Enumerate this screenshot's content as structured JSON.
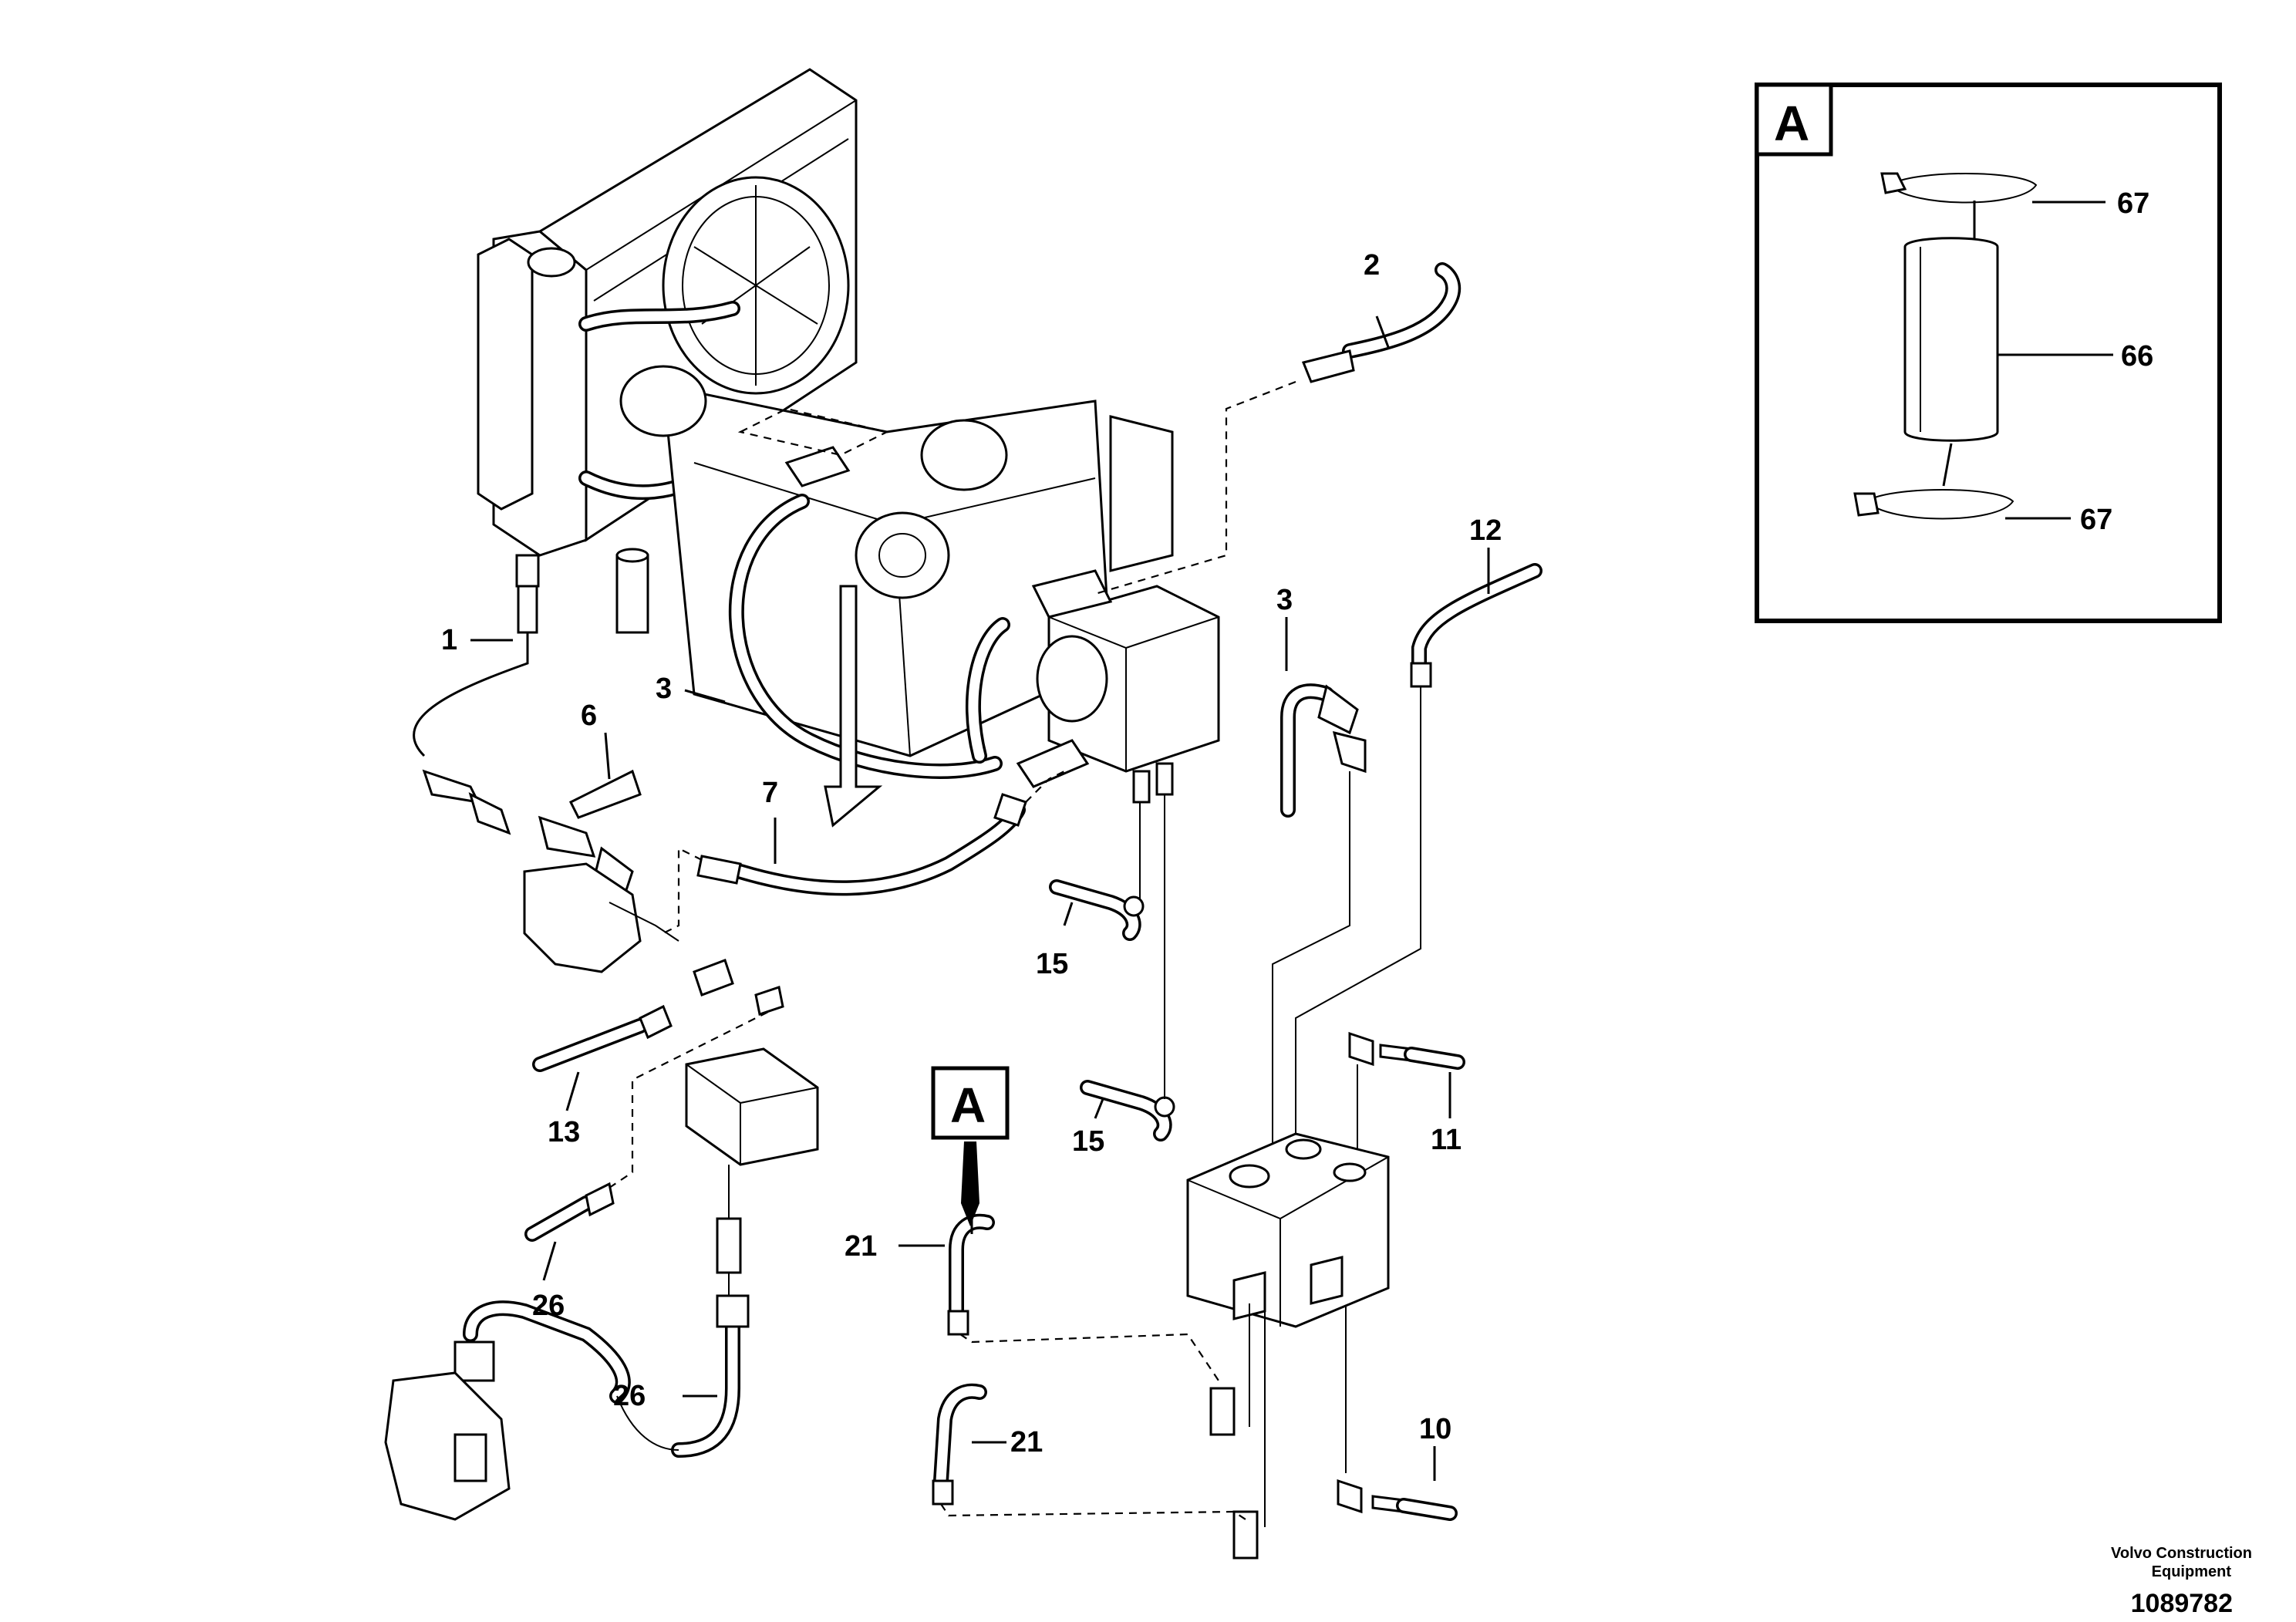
{
  "detail_box": {
    "letter": "A",
    "callouts": [
      {
        "id": "67",
        "label": "67"
      },
      {
        "id": "66",
        "label": "66"
      },
      {
        "id": "67b",
        "label": "67"
      }
    ]
  },
  "detail_marker": {
    "letter": "A"
  },
  "callouts": {
    "c1": "1",
    "c2": "2",
    "c3a": "3",
    "c3b": "3",
    "c6": "6",
    "c7": "7",
    "c10": "10",
    "c11": "11",
    "c12": "12",
    "c13": "13",
    "c15a": "15",
    "c15b": "15",
    "c21a": "21",
    "c21b": "21",
    "c26a": "26",
    "c26b": "26"
  },
  "credit": {
    "line1": "Volvo Construction",
    "line2": "Equipment"
  },
  "drawing_number": "1089782"
}
